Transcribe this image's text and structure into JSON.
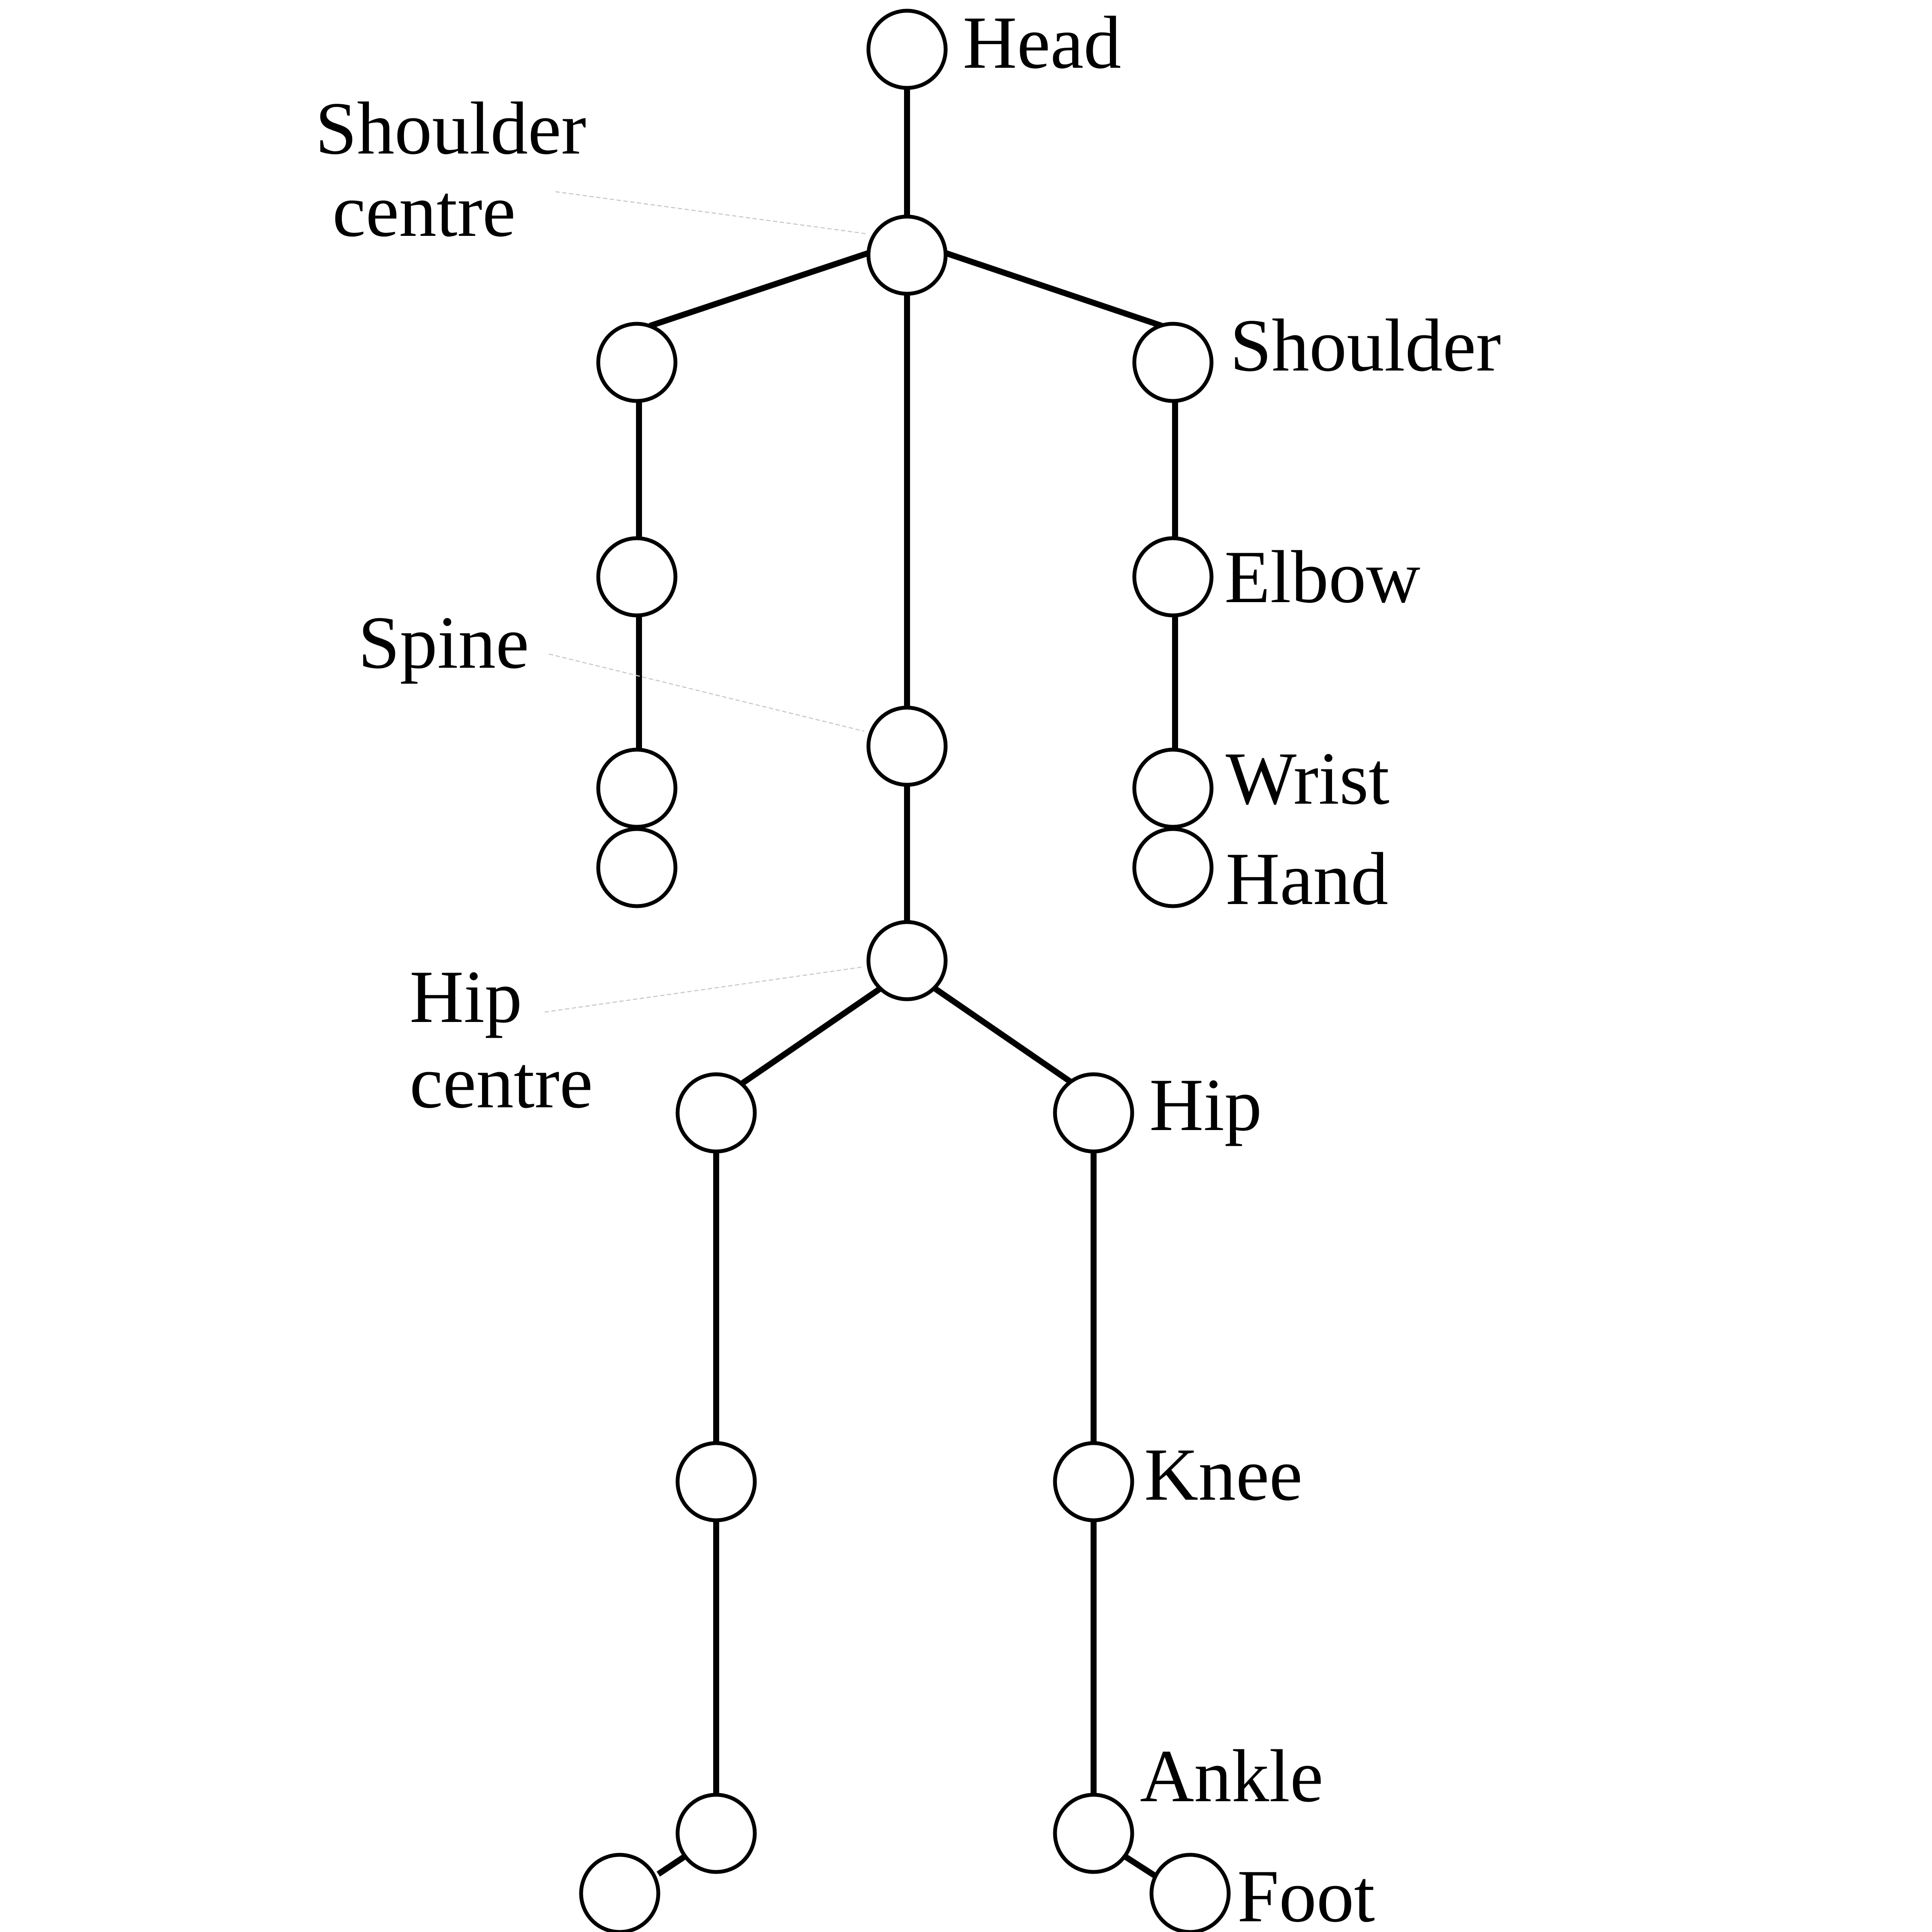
{
  "labels": {
    "head": "Head",
    "shoulder_centre_line1": "Shoulder",
    "shoulder_centre_line2": "centre",
    "shoulder": "Shoulder",
    "elbow": "Elbow",
    "spine": "Spine",
    "wrist": "Wrist",
    "hand": "Hand",
    "hip_centre_line1": "Hip",
    "hip_centre_line2": "centre",
    "hip": "Hip",
    "knee": "Knee",
    "ankle": "Ankle",
    "foot": "Foot"
  }
}
